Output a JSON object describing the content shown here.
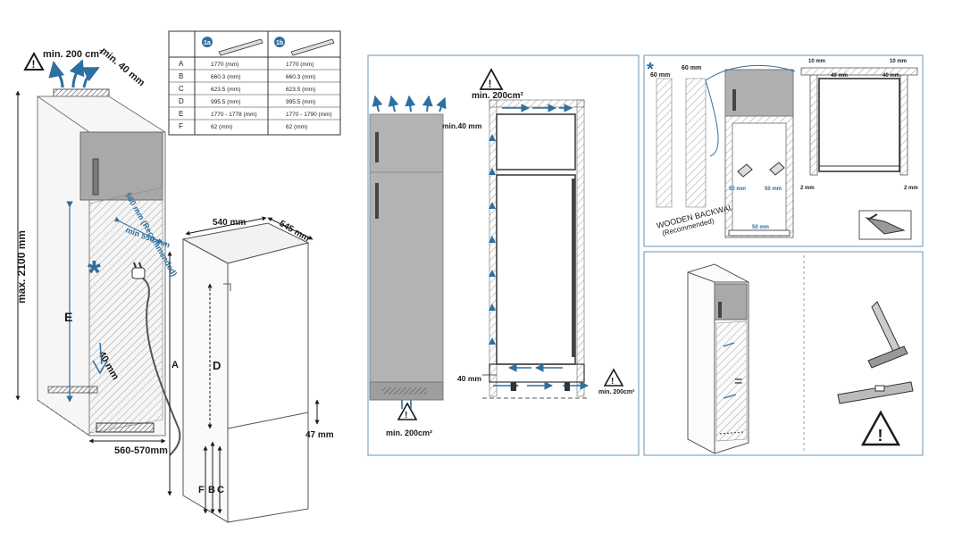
{
  "colors": {
    "accent": "#2d6fa0",
    "panel_border": "#7fa6c4",
    "fridge_grey": "#b3b3b3",
    "dark_grey": "#8a8a8a"
  },
  "left": {
    "vent_top": "min. 200 cm²",
    "gap_top": "min. 40 mm",
    "height_max": "max. 2100 mm",
    "depth_rec": "560 mm (Recommended)",
    "depth_min": "min 550 mm",
    "gap_bottom": "40 mm",
    "label_e": "E",
    "width_cab": "560-570mm"
  },
  "fridge": {
    "width": "540 mm",
    "depth": "545 mm",
    "label_a": "A",
    "label_d": "D",
    "label_f": "F",
    "label_b": "B",
    "label_c": "C",
    "gap_47": "47 mm"
  },
  "table": {
    "badges": [
      "1a",
      "1b"
    ],
    "rows": [
      {
        "k": "A",
        "v1": "1770 (mm)",
        "v2": "1770 (mm)"
      },
      {
        "k": "B",
        "v1": "660.3 (mm)",
        "v2": "660.3 (mm)"
      },
      {
        "k": "C",
        "v1": "623.5 (mm)",
        "v2": "623.5 (mm)"
      },
      {
        "k": "D",
        "v1": "995.5 (mm)",
        "v2": "995.5 (mm)"
      },
      {
        "k": "E",
        "v1": "1770 - 1778 (mm)",
        "v2": "1770 - 1790 (mm)"
      },
      {
        "k": "F",
        "v1": "62 (mm)",
        "v2": "62 (mm)"
      }
    ]
  },
  "vent": {
    "top_vent": "min. 200cm²",
    "gap_top": "min.40 mm",
    "gap_bottom": "40 mm",
    "bottom_vent_right": "min. 200cm²",
    "bottom_vent_left": "min. 200cm²"
  },
  "backwall": {
    "w1": "60 mm",
    "w2": "60 mm",
    "caption_line1": "WOODEN BACKWALL",
    "caption_line2": "(Recommended)",
    "side_left": "50 mm",
    "side_right": "50 mm",
    "bottom": "50 mm",
    "top_left": "10 mm",
    "top_right": "10 mm",
    "top_inner_left": "40 mm",
    "top_inner_right": "40 mm",
    "side_mm_left": "2 mm",
    "side_mm_right": "2 mm"
  },
  "level": {
    "equal": "="
  }
}
